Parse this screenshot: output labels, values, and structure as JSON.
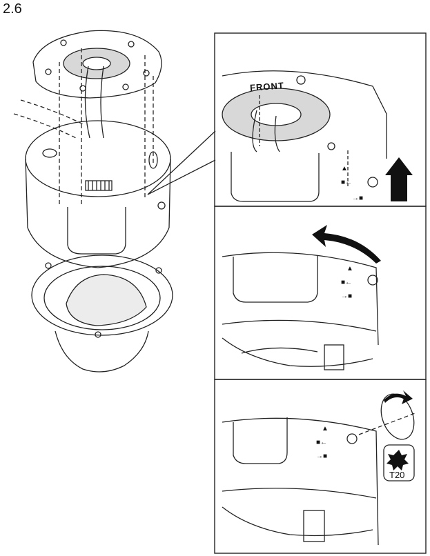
{
  "document": {
    "step_number": "2.6"
  },
  "labels": {
    "front_marking": "FRONT",
    "tool_label": "T20"
  },
  "icons": [
    "ceiling-mount-bracket-icon",
    "dome-camera-housing-icon",
    "dome-cover-icon",
    "up-arrow-icon",
    "rotate-arrow-icon",
    "screw-tighten-icon",
    "torx-bit-icon",
    "lock-symbol-icon",
    "unlock-symbol-icon"
  ]
}
